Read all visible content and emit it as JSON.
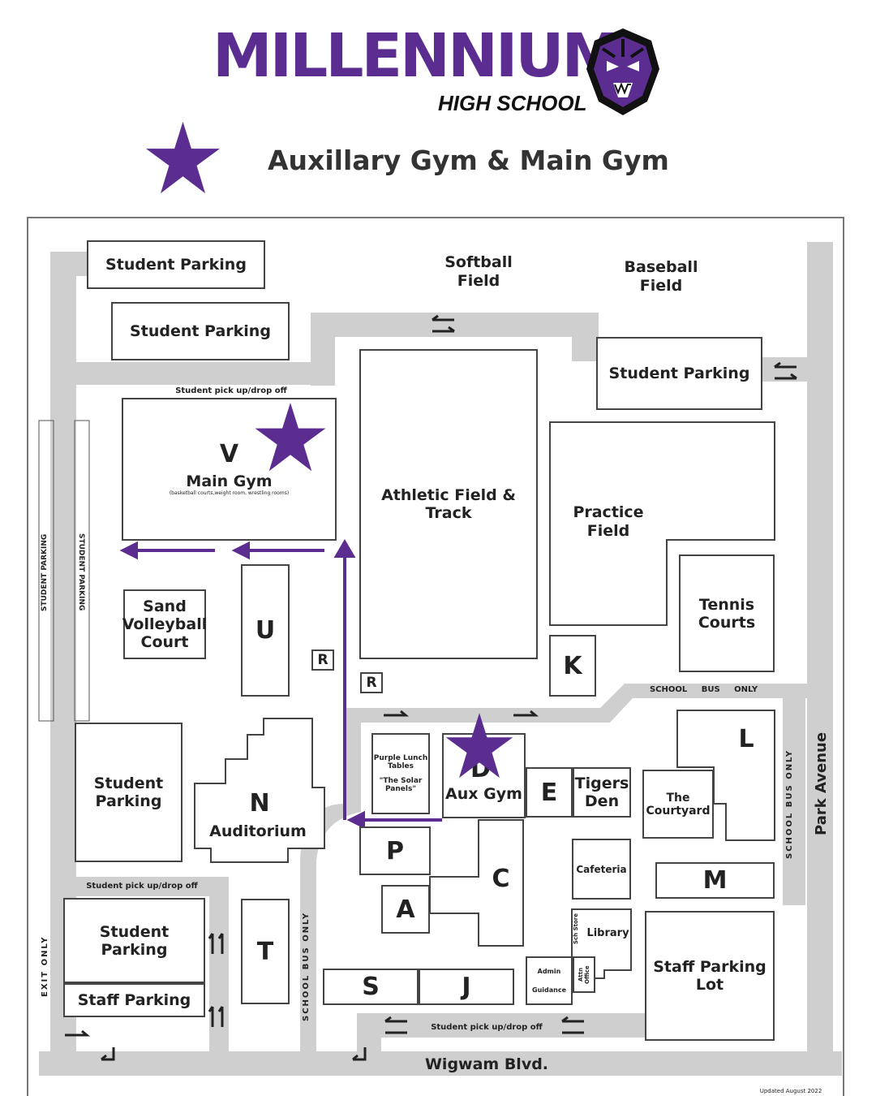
{
  "header": {
    "school_name": "MILLENNIUM",
    "school_subtitle": "HIGH SCHOOL",
    "legend_label": "Auxillary Gym & Main Gym"
  },
  "colors": {
    "accent_purple": "#5b2d91",
    "road_gray": "#cfcfcf",
    "outline": "#444444"
  },
  "map": {
    "parking": {
      "top_1": "Student Parking",
      "top_2": "Student Parking",
      "top_right": "Student Parking",
      "left_mid": "Student Parking",
      "bottom_left": "Student Parking",
      "staff": "Staff Parking",
      "staff_lot": "Staff Parking Lot",
      "vertical_left_a": "STUDENT PARKING",
      "vertical_left_b": "STUDENT PARKING"
    },
    "fields": {
      "softball": "Softball Field",
      "baseball": "Baseball Field",
      "athletic": "Athletic Field & Track",
      "practice": "Practice Field",
      "tennis": "Tennis Courts",
      "sand_volleyball": "Sand Volleyball Court"
    },
    "buildings": {
      "v": "V",
      "main_gym": "Main Gym",
      "main_gym_note": "(basketball courts,weight room, wrestling rooms)",
      "u": "U",
      "k": "K",
      "n": "N",
      "auditorium": "Auditorium",
      "t": "T",
      "s": "S",
      "j": "J",
      "p": "P",
      "a": "A",
      "c": "C",
      "d": "D",
      "aux_gym": "Aux Gym",
      "e": "E",
      "tigers_den": "Tigers Den",
      "courtyard": "The Courtyard",
      "l": "L",
      "m": "M",
      "cafeteria": "Cafeteria",
      "library": "Library",
      "admin": "Admin",
      "guidance": "Guidance",
      "attendance": "Attn Office",
      "student_store": "Sch Store",
      "purple_lunch": "Purple Lunch Tables",
      "solar_panels": "\"The Solar Panels\"",
      "restroom": "R"
    },
    "roads": {
      "pickup_top": "Student pick up/drop off",
      "pickup_left": "Student pick up/drop off",
      "pickup_bottom": "Student pick up/drop off",
      "school_bus_only": "SCHOOL BUS ONLY",
      "exit_only": "EXIT ONLY",
      "park_avenue": "Park Avenue",
      "wigwam": "Wigwam Blvd.",
      "updated": "Updated August 2022"
    }
  }
}
